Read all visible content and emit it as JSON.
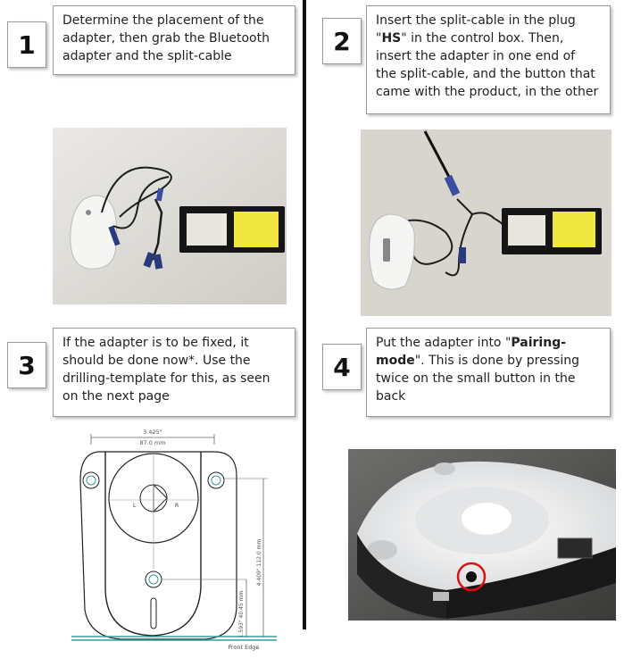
{
  "steps": [
    {
      "number": "1",
      "lines": [
        "Determine the placement of the",
        "adapter, then grab the Bluetooth",
        "adapter and the split-cable"
      ]
    },
    {
      "number": "2",
      "line1": "Insert the split-cable in the plug",
      "line2_q1": "\"",
      "line2_b": "HS",
      "line2_q2": "\"",
      "line2_rest": " in the control box. Then,",
      "line3": "insert the adapter in one end of",
      "line4": "the split-cable, and the button that",
      "line5": "came with the product, in the other"
    },
    {
      "number": "3",
      "lines": [
        "If the adapter is to be fixed, it",
        "should be done now*. Use the",
        "drilling-template for this, as seen",
        "on the next page"
      ]
    },
    {
      "number": "4",
      "line1_pre": "Put the adapter into \"",
      "line1_b": "Pairing-",
      "line2_b": "mode",
      "line2_rest": "\". This is done by pressing",
      "line3": "twice on the small button in the",
      "line4": "back"
    }
  ],
  "drawing": {
    "width_label_in": "3.425\"",
    "width_label_mm": "87.0 mm",
    "height_label": "4.409\" 112.0 mm",
    "small_label": "1.593\" 40.45 mm",
    "left_label": "L",
    "right_label": "R",
    "front_edge": "Front Edge"
  }
}
